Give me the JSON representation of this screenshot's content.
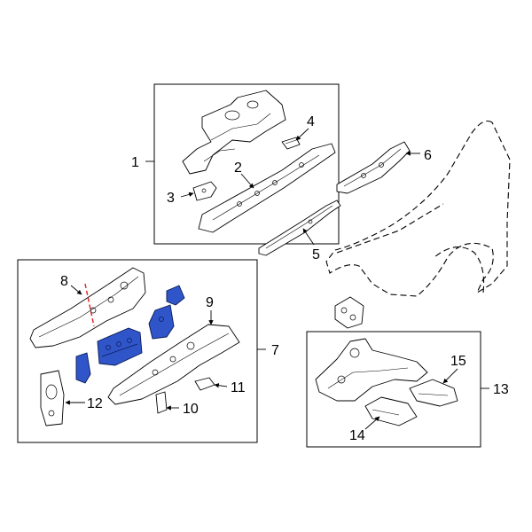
{
  "callouts": {
    "c1": "1",
    "c2": "2",
    "c3": "3",
    "c4": "4",
    "c5": "5",
    "c6": "6",
    "c7": "7",
    "c8": "8",
    "c9": "9",
    "c10": "10",
    "c11": "11",
    "c12": "12",
    "c13": "13",
    "c14": "14",
    "c15": "15"
  },
  "colors": {
    "highlight": "#2f55c9",
    "cut_line": "#e02020",
    "line": "#000000",
    "background": "#ffffff"
  }
}
